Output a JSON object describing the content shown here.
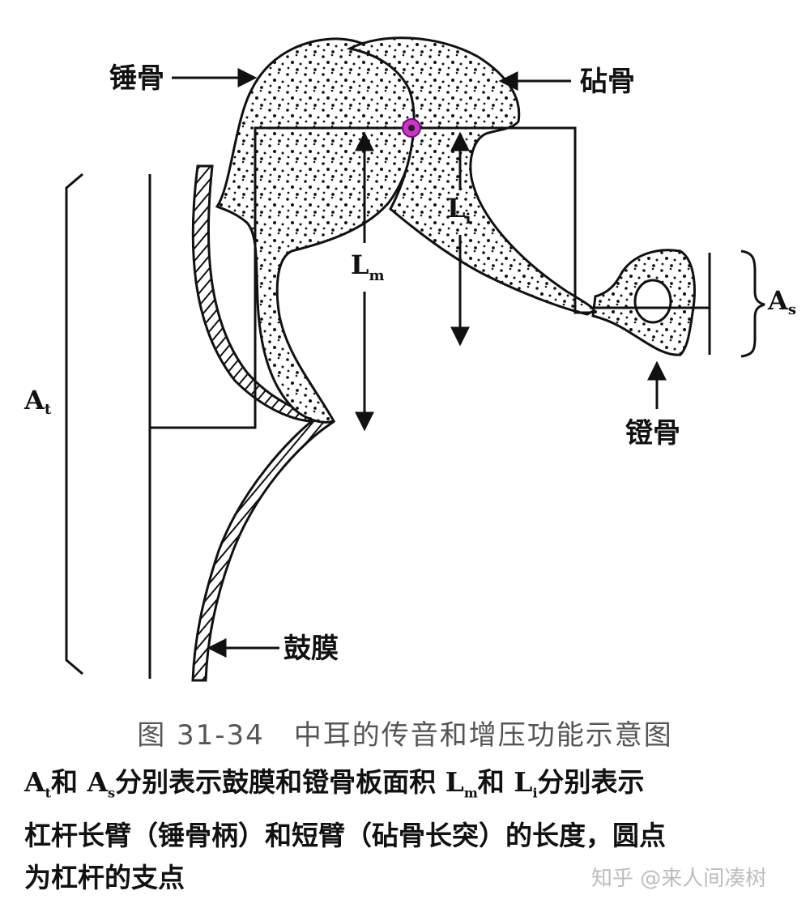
{
  "labels": {
    "malleus": "锤骨",
    "incus": "砧骨",
    "stapes": "镫骨",
    "eardrum": "鼓膜",
    "At_main": "A",
    "At_sub": "t",
    "As_main": "A",
    "As_sub": "s",
    "Lm_main": "L",
    "Lm_sub": "m",
    "Li_main": "L",
    "Li_sub": "i"
  },
  "caption": {
    "title": "图 31-34　中耳的传音和增压功能示意图",
    "line1": "A",
    "line1_sub": "t",
    "line1_b": "和 A",
    "line1_b_sub": "s",
    "line1_c": "分别表示鼓膜和镫骨板面积 L",
    "line1_c_sub": "m",
    "line1_d": "和 L",
    "line1_d_sub": "i",
    "line1_e": "分别表示",
    "line2": "杠杆长臂（锤骨柄）和短臂（砧骨长突）的长度，圆点",
    "line3": "为杠杆的支点"
  },
  "watermark": "知乎 @来人间凑树",
  "colors": {
    "ink": "#111111",
    "fulcrum": "#cc33cc",
    "caption_title": "#555555",
    "watermark": "#bdbdbd"
  }
}
